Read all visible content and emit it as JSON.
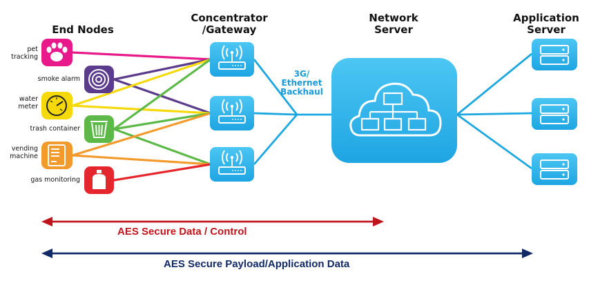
{
  "headers": {
    "end_nodes": "End Nodes",
    "concentrator": "Concentrator\n/Gateway",
    "network_server": "Network\nServer",
    "application_server": "Application\nServer"
  },
  "backhaul_label": "3G/\nEthernet\nBackhaul",
  "end_nodes": [
    {
      "label": "pet\ntracking",
      "icon": "paw-icon",
      "color": "#e8198b"
    },
    {
      "label": "smoke alarm",
      "icon": "smoke-alarm-icon",
      "color": "#5b3b8c"
    },
    {
      "label": "water\nmeter",
      "icon": "gauge-icon",
      "color": "#f5d90a"
    },
    {
      "label": "trash container",
      "icon": "trash-bin-icon",
      "color": "#5cb948"
    },
    {
      "label": "vending\nmachine",
      "icon": "vending-machine-icon",
      "color": "#f39a2c"
    },
    {
      "label": "gas monitoring",
      "icon": "gas-tank-icon",
      "color": "#e5262c"
    }
  ],
  "gateway_icon": "wireless-gateway-icon",
  "network_icon": "cloud-network-icon",
  "server_icon": "server-rack-icon",
  "colors": {
    "device_blue": "#29b6ee",
    "line_blue": "#1aa7e0",
    "arrow_red": "#c0141c",
    "arrow_navy": "#112a66"
  },
  "arrows": {
    "data_control": "AES Secure Data / Control",
    "payload": "AES Secure Payload/Application Data"
  }
}
